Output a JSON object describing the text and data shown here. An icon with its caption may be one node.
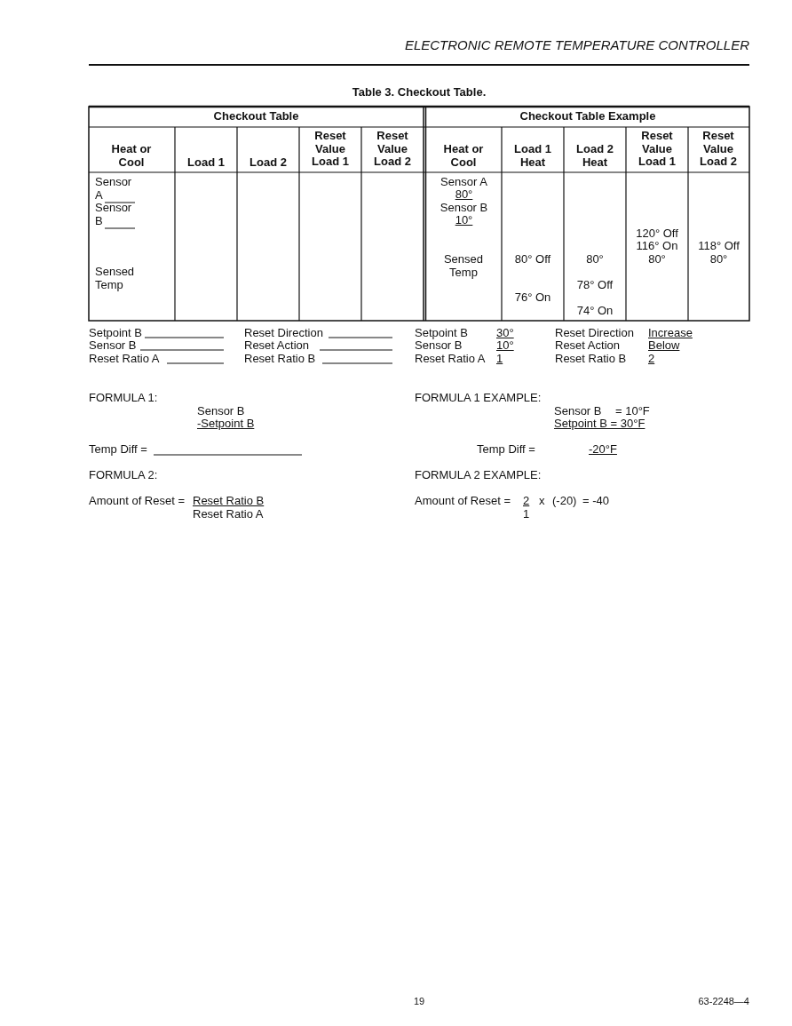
{
  "diagram": {
    "labels": [
      "ELECTRONIC REMOTE TEMPERATURE CONTROLLER",
      "Table 3. Checkout Table.",
      "Checkout Table",
      "Checkout Table Example",
      "Heat or Cool",
      "Load 1",
      "Load 2",
      "Reset Value Load 1",
      "Reset Value Load 2",
      "Heat or Cool",
      "Load 1 Heat",
      "Load 2 Heat",
      "Reset Value Load 1",
      "Reset Value Load 2",
      "Sensor A",
      "Sensor B",
      "Sensed Temp",
      "Sensor A",
      "80°",
      "Sensor B",
      "10°",
      "Sensed Temp",
      "80° Off",
      "76° On",
      "80°",
      "78° Off",
      "74° On",
      "120° Off",
      "116° On",
      "80°",
      "118° Off",
      "80°",
      "Setpoint B",
      "Reset Direction",
      "Setpoint B",
      "30°",
      "Reset Direction",
      "Increase",
      "Sensor B",
      "Reset Action",
      "Sensor B",
      "10°",
      "Reset Action",
      "Below",
      "Reset Ratio A",
      "Reset Ratio B",
      "Reset Ratio A",
      "1",
      "Reset Ratio B",
      "2",
      "FORMULA 1:",
      "FORMULA 1 EXAMPLE:",
      "Sensor B",
      "-Setpoint B",
      "Sensor B",
      "= 10°F",
      "Setpoint B = 30°F",
      "Temp Diff =",
      "Temp Diff =",
      "-20°F",
      "FORMULA 2:",
      "FORMULA 2 EXAMPLE:",
      "Amount of Reset =",
      "Reset Ratio B",
      "Reset Ratio A",
      "Amount of Reset =",
      "2",
      "x",
      "(-20)",
      "= -40",
      "1",
      "19",
      "63-2248—4"
    ]
  }
}
